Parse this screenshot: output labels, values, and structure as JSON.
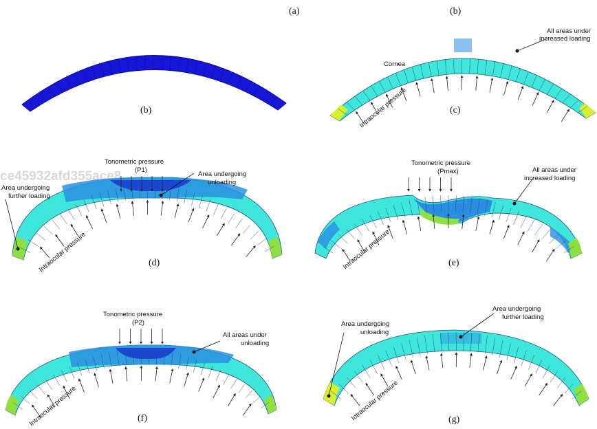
{
  "watermark": "ce45932afd355ace8",
  "top_caption": "(a)",
  "panels": {
    "b0": {
      "caption": "(b)"
    },
    "c": {
      "caption": "(c)",
      "header_caption": "(b)",
      "cornea_label": "Cornea",
      "annot_line1": "All areas under",
      "annot_line2": "increased loading",
      "pressure_label": "Intraocular pressure"
    },
    "d": {
      "caption": "(d)",
      "tono_line1": "Tonometric pressure",
      "tono_line2": "(P1)",
      "unload_line1": "Area undergoing",
      "unload_line2": "unloading",
      "load_line1": "Area undergoing",
      "load_line2": "further loading",
      "pressure_label": "Intraocular pressure"
    },
    "e": {
      "caption": "(e)",
      "tono_line1": "Tonometric pressure",
      "tono_line2": "(Pmax)",
      "annot_line1": "All areas under",
      "annot_line2": "increased loading",
      "pressure_label": "Intraocular pressure"
    },
    "f": {
      "caption": "(f)",
      "tono_line1": "Tonometric pressure",
      "tono_line2": "(P2)",
      "annot_line1": "All areas under",
      "annot_line2": "unloading",
      "pressure_label": "Intraocular pressure"
    },
    "g": {
      "caption": "(g)",
      "unload_line1": "Area undergoing",
      "unload_line2": "unloading",
      "load_line1": "Area undergoing",
      "load_line2": "further loading",
      "pressure_label": "Intraocular pressure"
    }
  },
  "colors": {
    "solid_blue": "#1616d8",
    "cyan": "#3fe6dc",
    "mid_blue": "#2a8ee0",
    "deep_blue": "#1a46d2",
    "green": "#8ee040",
    "yellow_green": "#d9ee2c",
    "mesh_line": "#20507a",
    "arrow": "#222222"
  }
}
